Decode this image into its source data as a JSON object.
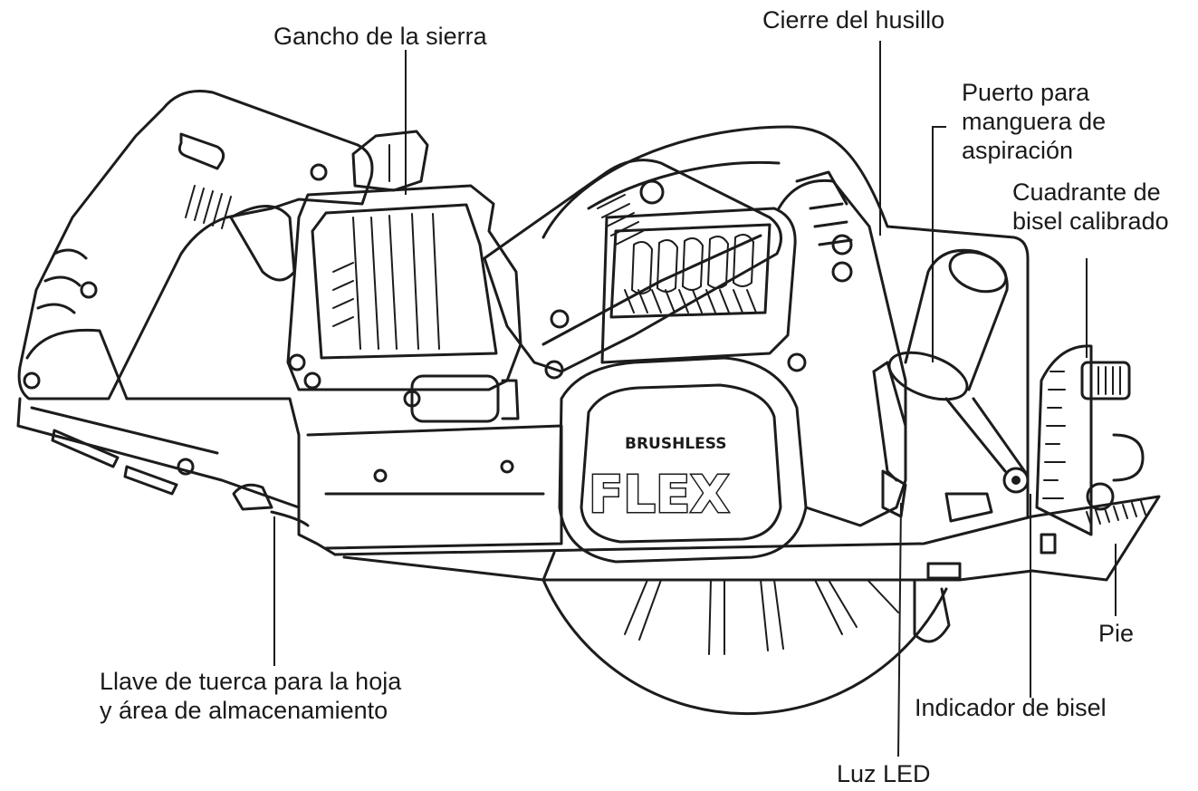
{
  "callouts": {
    "gancho": "Gancho de la sierra",
    "cierre": "Cierre del husillo",
    "puerto": [
      "Puerto para",
      "manguera de",
      "aspiración"
    ],
    "cuadrante": [
      "Cuadrante de",
      "bisel calibrado"
    ],
    "pie": "Pie",
    "indicador": "Indicador de bisel",
    "luz": "Luz LED",
    "llave": [
      "Llave de tuerca para la hoja",
      "y área de almacenamiento"
    ]
  },
  "branding": {
    "logo": "FLEX",
    "badge": "BRUSHLESS"
  }
}
